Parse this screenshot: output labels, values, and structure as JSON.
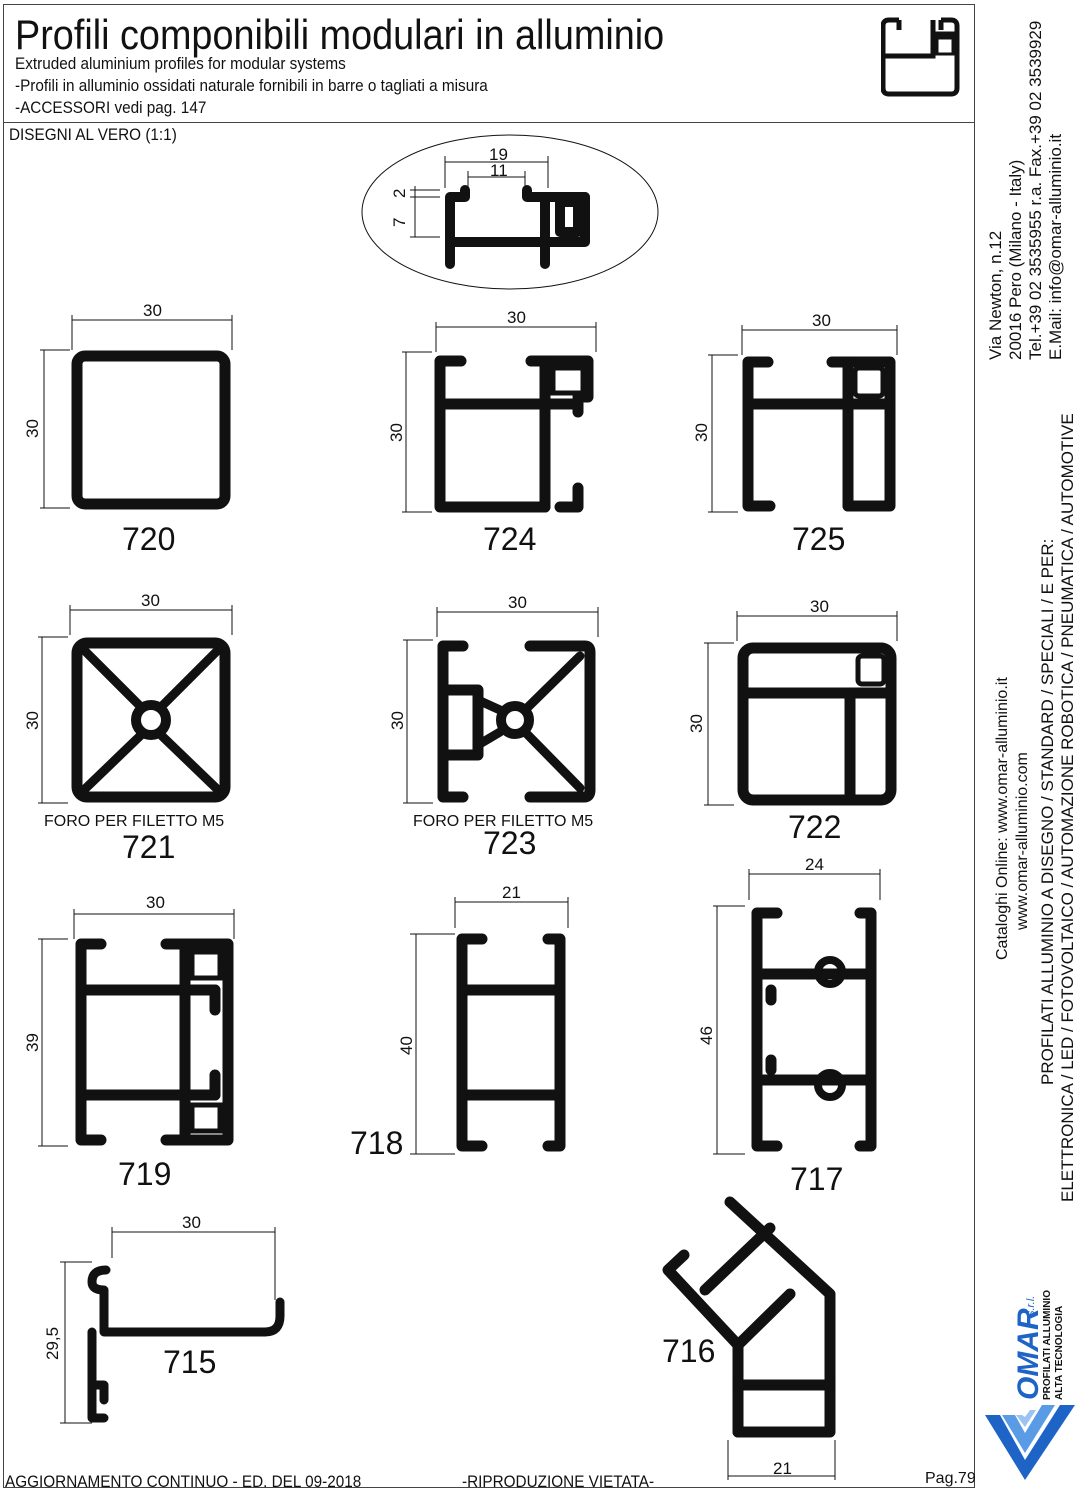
{
  "header": {
    "title": "Profili componibili modulari in alluminio",
    "subtitle_en": "Extruded aluminium profiles for modular systems",
    "subtitle_it": "-Profili in alluminio ossidati naturale fornibili in barre o tagliati a misura",
    "accessories": "-ACCESSORI vedi pag. 147"
  },
  "scale_note": "DISEGNI AL VERO (1:1)",
  "detail": {
    "dim_a": "19",
    "dim_b": "11",
    "dim_c": "2",
    "dim_d": "7"
  },
  "profiles": [
    {
      "code": "720",
      "width": "30",
      "height": "30"
    },
    {
      "code": "724",
      "width": "30",
      "height": "30"
    },
    {
      "code": "725",
      "width": "30",
      "height": "30"
    },
    {
      "code": "721",
      "width": "30",
      "height": "30",
      "note": "FORO PER FILETTO M5"
    },
    {
      "code": "723",
      "width": "30",
      "height": "30",
      "note": "FORO PER FILETTO M5"
    },
    {
      "code": "722",
      "width": "30",
      "height": "30"
    },
    {
      "code": "719",
      "width": "30",
      "height": "39"
    },
    {
      "code": "718",
      "width": "21",
      "height": "40"
    },
    {
      "code": "717",
      "width": "24",
      "height": "46"
    },
    {
      "code": "715",
      "width": "30",
      "height": "29,5"
    },
    {
      "code": "716",
      "width": "21"
    }
  ],
  "footer": {
    "update": "AGGIORNAMENTO CONTINUO - ED. DEL 09-2018",
    "copyright": "-RIPRODUZIONE VIETATA-",
    "page": "Pag.79"
  },
  "contact": {
    "address": "Via Newton, n.12",
    "city": "20016 Pero (Milano - Italy)",
    "phone": "Tel.+39 02 3535955 r.a. Fax.+39 02 3539929",
    "email": "E.Mail: info@omar-alluminio.it"
  },
  "side_info": {
    "catalog": "Cataloghi Online: www.omar-alluminio.it",
    "web": "www.omar-alluminio.com",
    "line1": "PROFILATI ALLUMINIO A DISEGNO / STANDARD / SPECIALI / E PER:",
    "line2": "ELETTRONICA / LED / FOTOVOLTAICO / AUTOMAZIONE ROBOTICA / PNEUMATICA / AUTOMOTIVE"
  },
  "brand": {
    "name": "OMAR",
    "suffix": "s.r.l.",
    "tagline1": "PROFILATI ALLUMINIO",
    "tagline2": "ALTA TECNOLOGIA",
    "color": "#1e63c6"
  }
}
